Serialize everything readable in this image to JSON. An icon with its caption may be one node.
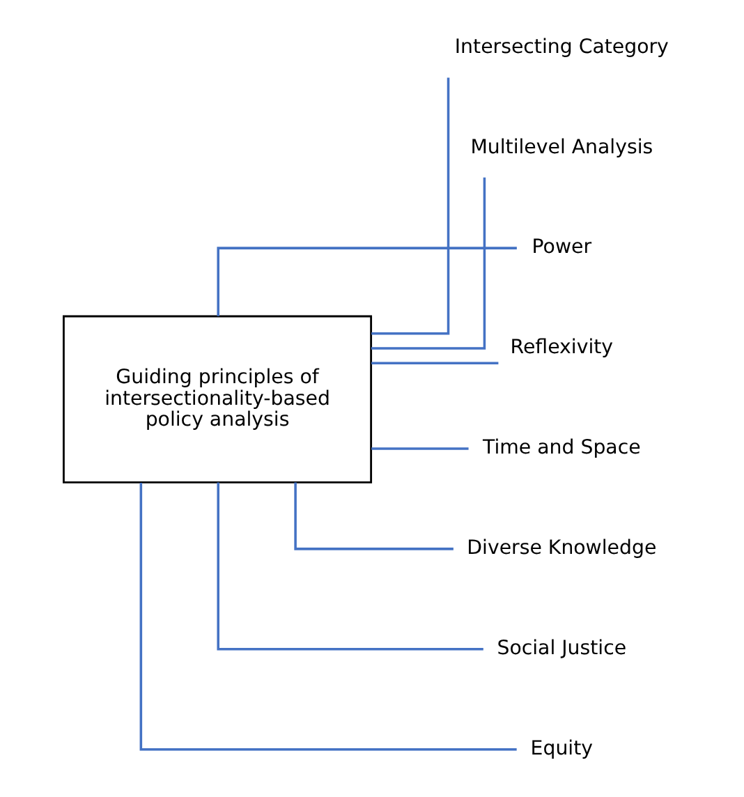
{
  "diagram": {
    "nodes": [
      {
        "text": [
          "Guiding principles of intersectionality-based policy analysis"
        ]
      },
      {
        "text": [
          "Intersecting Category"
        ]
      },
      {
        "text": [
          "Multilevel Analysis"
        ]
      },
      {
        "text": [
          "Power"
        ]
      },
      {
        "text": [
          "Reflexivity"
        ]
      },
      {
        "text": [
          "Time and Space"
        ]
      },
      {
        "text": [
          "Diverse Knowledge"
        ]
      },
      {
        "text": [
          "Social Justice"
        ]
      },
      {
        "text": [
          "Equity"
        ]
      }
    ],
    "edges": [
      {
        "from": 0,
        "to": 1,
        "arrow": "none",
        "color": "#4472c4"
      },
      {
        "from": 0,
        "to": 2,
        "arrow": "none",
        "color": "#4472c4"
      },
      {
        "from": 0,
        "to": 3,
        "arrow": "none",
        "color": "#4472c4"
      },
      {
        "from": 0,
        "to": 4,
        "arrow": "none",
        "color": "#4472c4"
      },
      {
        "from": 0,
        "to": 5,
        "arrow": "none",
        "color": "#4472c4"
      },
      {
        "from": 0,
        "to": 6,
        "arrow": "none",
        "color": "#4472c4"
      },
      {
        "from": 0,
        "to": 7,
        "arrow": "none",
        "color": "#4472c4"
      },
      {
        "from": 0,
        "to": 8,
        "arrow": "none",
        "color": "#4472c4"
      }
    ]
  }
}
